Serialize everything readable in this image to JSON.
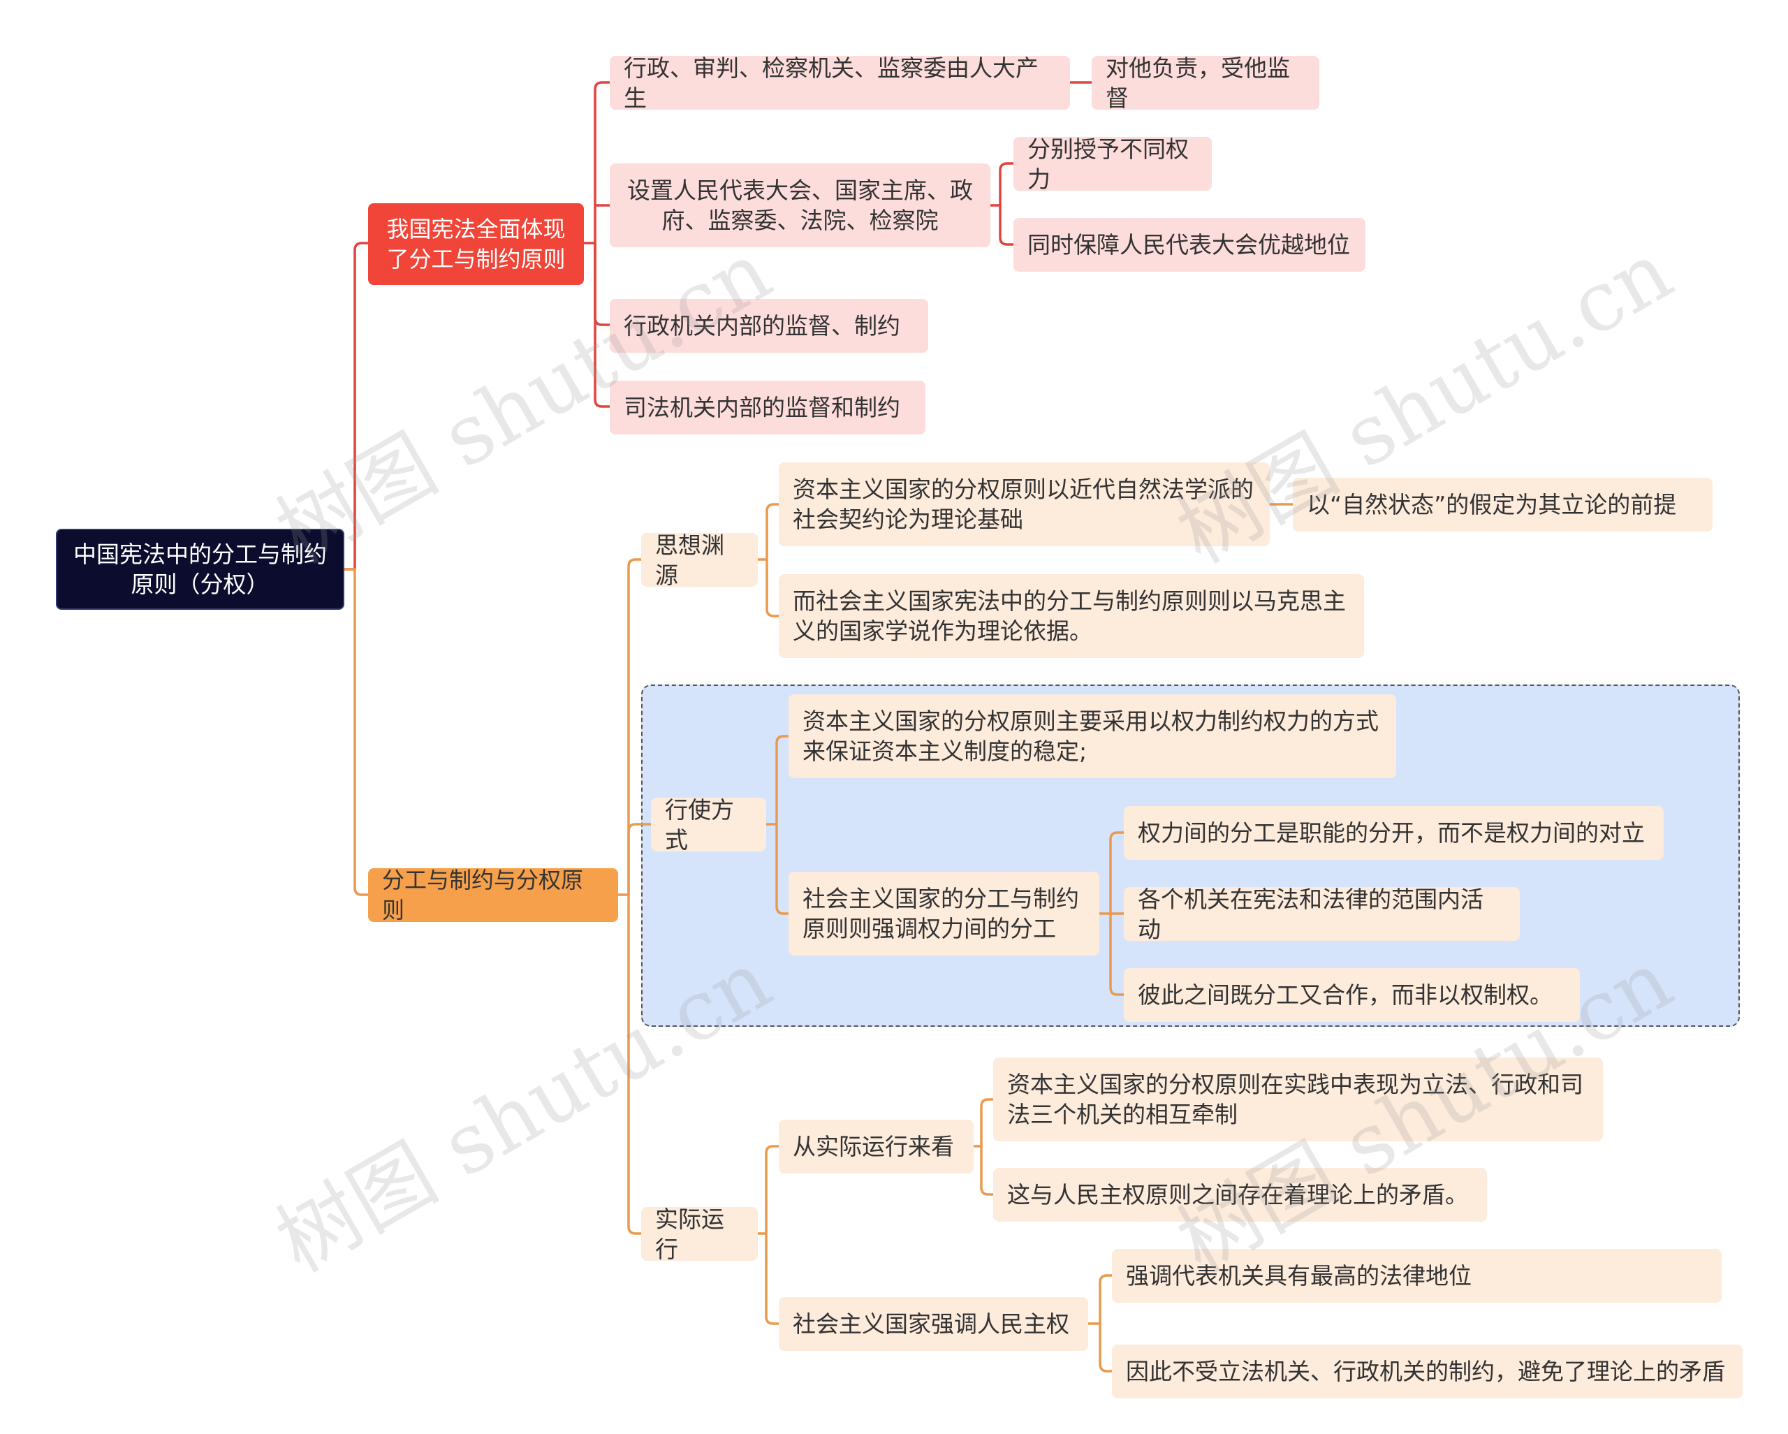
{
  "root": {
    "label": "中国宪法中的分工与制约原则（分权）"
  },
  "branch1": {
    "label": "我国宪法全面体现了分工与制约原则",
    "items": [
      {
        "label": "行政、审判、检察机关、监察委由人大产生",
        "child": "对他负责，受他监督"
      },
      {
        "label": "设置人民代表大会、国家主席、政府、监察委、法院、检察院",
        "children": [
          "分别授予不同权力",
          "同时保障人民代表大会优越地位"
        ]
      },
      {
        "label": "行政机关内部的监督、制约"
      },
      {
        "label": "司法机关内部的监督和制约"
      }
    ]
  },
  "branch2": {
    "label": "分工与制约与分权原则",
    "origin": {
      "label": "思想渊源",
      "capitalist": "资本主义国家的分权原则以近代自然法学派的社会契约论为理论基础",
      "capitalist_child": "以“自然状态”的假定为其立论的前提",
      "socialist": "而社会主义国家宪法中的分工与制约原则则以马克思主义的国家学说作为理论依据。"
    },
    "exercise": {
      "label": "行使方式",
      "capitalist": "资本主义国家的分权原则主要采用以权力制约权力的方式来保证资本主义制度的稳定;",
      "socialist": "社会主义国家的分工与制约原则则强调权力间的分工",
      "socialist_children": [
        "权力间的分工是职能的分开，而不是权力间的对立",
        "各个机关在宪法和法律的范围内活动",
        "彼此之间既分工又合作，而非以权制权。"
      ]
    },
    "practice": {
      "label": "实际运行",
      "actual": {
        "label": "从实际运行来看",
        "children": [
          "资本主义国家的分权原则在实践中表现为立法、行政和司法三个机关的相互牵制",
          "这与人民主权原则之间存在着理论上的矛盾。"
        ]
      },
      "socialist": {
        "label": "社会主义国家强调人民主权",
        "children": [
          "强调代表机关具有最高的法律地位",
          "因此不受立法机关、行政机关的制约，避免了理论上的矛盾"
        ]
      }
    }
  },
  "watermark": "树图 shutu.cn",
  "colors": {
    "red_branch": "#e0443d",
    "orange_branch": "#e99a4c"
  }
}
